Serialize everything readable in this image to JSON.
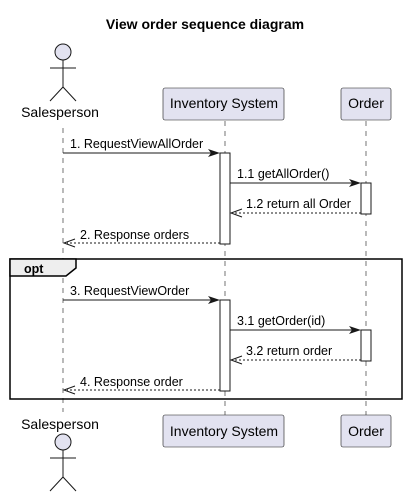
{
  "title": "View order sequence diagram",
  "participants": [
    {
      "id": "salesperson",
      "label": "Salesperson",
      "kind": "actor"
    },
    {
      "id": "inventory",
      "label": "Inventory System",
      "kind": "participant"
    },
    {
      "id": "order",
      "label": "Order",
      "kind": "participant"
    }
  ],
  "messages": [
    {
      "id": "m1",
      "text": "1. RequestViewAllOrder",
      "style": "solid"
    },
    {
      "id": "m11",
      "text": "1.1 getAllOrder()",
      "style": "solid"
    },
    {
      "id": "m12",
      "text": "1.2 return all Order",
      "style": "dashed"
    },
    {
      "id": "m2",
      "text": "2. Response orders",
      "style": "dashed"
    },
    {
      "id": "m3",
      "text": "3. RequestViewOrder",
      "style": "solid"
    },
    {
      "id": "m31",
      "text": "3.1 getOrder(id)",
      "style": "solid"
    },
    {
      "id": "m32",
      "text": "3.2 return order",
      "style": "dashed"
    },
    {
      "id": "m4",
      "text": "4. Response order",
      "style": "dashed"
    }
  ],
  "fragment": {
    "label": "opt"
  },
  "colors": {
    "participant_fill": "#e2e2f0",
    "line": "#181818",
    "fragment_tab": "#eeeeee"
  }
}
